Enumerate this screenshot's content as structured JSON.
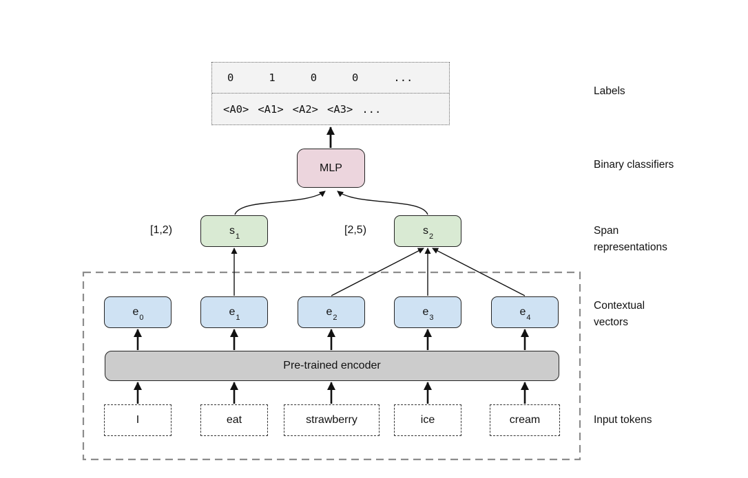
{
  "diagram": {
    "labels_box": {
      "binary_row": [
        "0",
        "1",
        "0",
        "0",
        "..."
      ],
      "token_row": [
        "<A0>",
        "<A1>",
        "<A2>",
        "<A3>",
        "..."
      ]
    },
    "classifier": {
      "label": "MLP"
    },
    "spans": [
      {
        "base": "s",
        "sub": "1",
        "interval": "[1,2)"
      },
      {
        "base": "s",
        "sub": "2",
        "interval": "[2,5)"
      }
    ],
    "contextual_vectors": [
      {
        "base": "e",
        "sub": "0"
      },
      {
        "base": "e",
        "sub": "1"
      },
      {
        "base": "e",
        "sub": "2"
      },
      {
        "base": "e",
        "sub": "3"
      },
      {
        "base": "e",
        "sub": "4"
      }
    ],
    "encoder": {
      "label": "Pre-trained encoder"
    },
    "input_tokens": [
      "I",
      "eat",
      "strawberry",
      "ice",
      "cream"
    ],
    "side_labels": [
      {
        "line1": "Labels",
        "line2": ""
      },
      {
        "line1": "Binary classifiers",
        "line2": ""
      },
      {
        "line1": "Span",
        "line2": "representations"
      },
      {
        "line1": "Contextual",
        "line2": "vectors"
      },
      {
        "line1": "Input tokens",
        "line2": ""
      }
    ],
    "colors": {
      "classifier_fill": "#ecd5dd",
      "span_fill": "#d9ead3",
      "vector_fill": "#cfe2f3",
      "encoder_fill": "#cccccc",
      "labels_box_fill": "#f3f3f3",
      "outer_dash": "#8c8c8c",
      "line": "#111111"
    }
  }
}
